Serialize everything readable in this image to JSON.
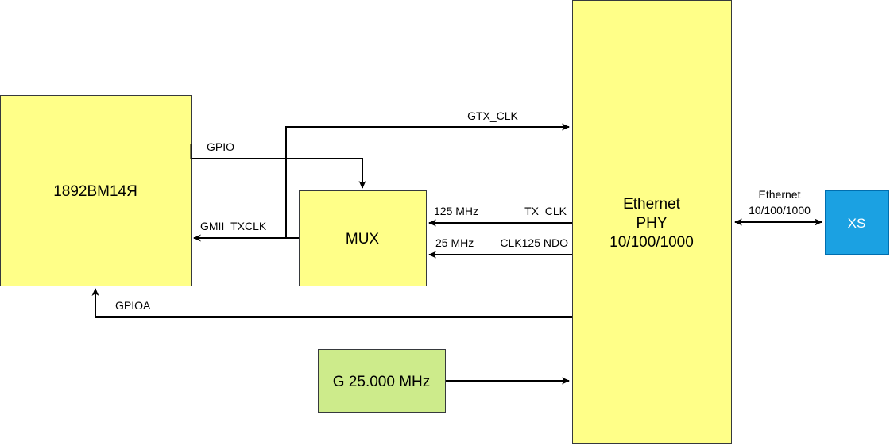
{
  "colors": {
    "block_fill": "#ffff88",
    "block_stroke": "#36393d",
    "oscillator_fill": "#cdeb8b",
    "oscillator_stroke": "#36393d",
    "xs_fill": "#1ba1e2",
    "xs_stroke": "#006eaf",
    "wire": "#000000"
  },
  "blocks": {
    "cpu": "1892ВМ14Я",
    "mux": "MUX",
    "phy": [
      "Ethernet",
      "PHY",
      "10/100/1000"
    ],
    "oscillator": "G 25.000 MHz",
    "xs": "XS"
  },
  "signals": {
    "gtx_clk": "GTX_CLK",
    "gpio": "GPIO",
    "gmii_txclk": "GMII_TXCLK",
    "mhz125": "125 MHz",
    "tx_clk": "TX_CLK",
    "mhz25": "25 MHz",
    "clk125_ndo": "CLK125 NDO",
    "gpioa": "GPIOA",
    "ethernet": [
      "Ethernet",
      "10/100/1000"
    ]
  }
}
